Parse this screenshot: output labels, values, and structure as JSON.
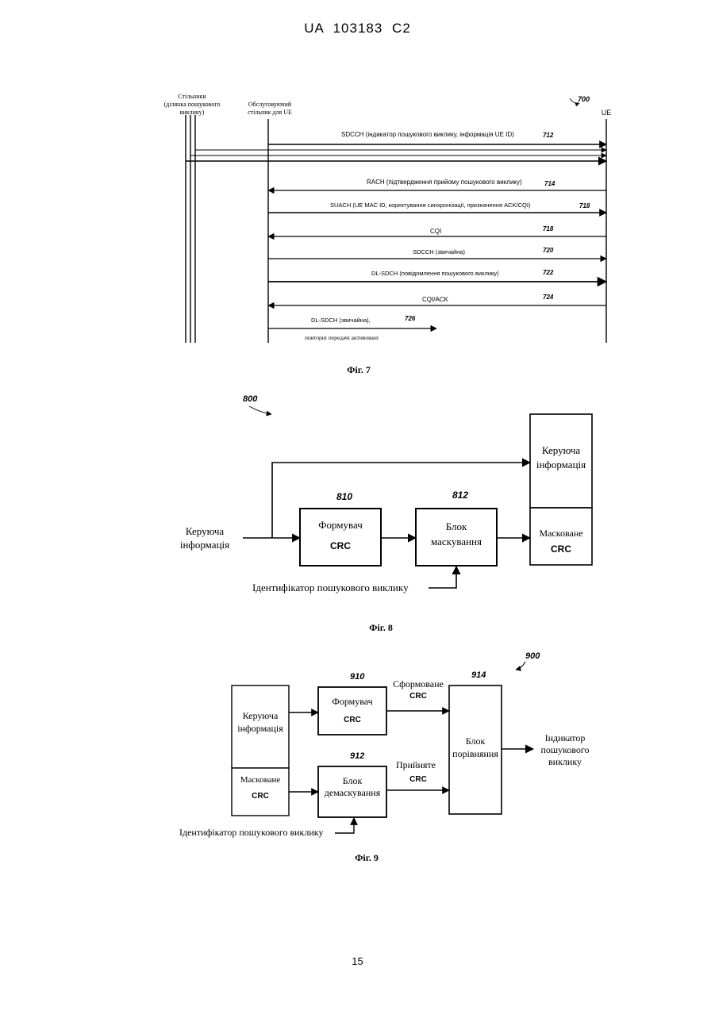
{
  "header": {
    "doc_id": "UA   103183   C2"
  },
  "page_number": "15",
  "fig7": {
    "caption": "Фіг. 7",
    "ref": "700",
    "col_cells_1": "Стільники",
    "col_cells_2": "(ділянка пошукового",
    "col_cells_3": "виклику)",
    "col_serving_1": "Обслуговуючий",
    "col_serving_2": "стільник для UE",
    "col_ue": "UE",
    "msgs": [
      {
        "text": "SDCCH (індикатор пошукового виклику, інформація UE ID)",
        "ref": "712"
      },
      {
        "text": "RACH (підтвердження прийому пошукового виклику)",
        "ref": "714"
      },
      {
        "text": "SUACH (UE MAC ID, коректування синхронізації, призначення ACK/CQI)",
        "ref": "718"
      },
      {
        "text": "CQI",
        "ref": "718"
      },
      {
        "text": "SDCCH (звичайна)",
        "ref": "720"
      },
      {
        "text": "DL-SDCH (повідомлення пошукового виклику)",
        "ref": "722"
      },
      {
        "text": "CQI/ACK",
        "ref": "724"
      },
      {
        "text": "DL-SDCH (звичайна),",
        "ref": "726"
      }
    ],
    "note": "повторні передачі активовані"
  },
  "fig8": {
    "caption": "Фіг. 8",
    "ref": "800",
    "input_1": "Керуюча",
    "input_2": "інформація",
    "gen_ref": "810",
    "gen_1": "Формувач",
    "gen_2": "CRC",
    "mask_ref": "812",
    "mask_1": "Блок",
    "mask_2": "маскування",
    "out_top_1": "Керуюча",
    "out_top_2": "інформація",
    "out_bot_1": "Масковане",
    "out_bot_2": "CRC",
    "paging_id": "Ідентифікатор пошукового виклику"
  },
  "fig9": {
    "caption": "Фіг. 9",
    "ref": "900",
    "in_top_1": "Керуюча",
    "in_top_2": "інформація",
    "in_bot_1": "Масковане",
    "in_bot_2": "CRC",
    "gen_ref": "910",
    "gen_1": "Формувач",
    "gen_2": "CRC",
    "demask_ref": "912",
    "demask_1": "Блок",
    "demask_2": "демаскування",
    "cmp_ref": "914",
    "cmp_1": "Блок",
    "cmp_2": "порівняння",
    "formed_1": "Сформоване",
    "formed_2": "CRC",
    "recv_1": "Прийняте",
    "recv_2": "CRC",
    "out_1": "Індикатор",
    "out_2": "пошукового",
    "out_3": "виклику",
    "paging_id": "Ідентифікатор пошукового виклику"
  }
}
